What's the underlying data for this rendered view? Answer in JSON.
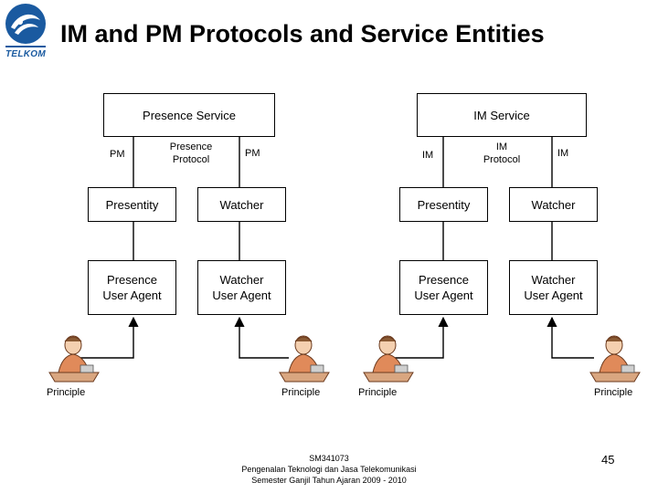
{
  "header": {
    "title": "IM and PM Protocols and Service Entities",
    "logo_text": "TELKOM"
  },
  "diagram": {
    "presence_service": "Presence Service",
    "im_service": "IM Service",
    "pm_left": "PM",
    "pm_right": "PM",
    "presence_protocol_line1": "Presence",
    "presence_protocol_line2": "Protocol",
    "im_left": "IM",
    "im_right": "IM",
    "im_protocol_line1": "IM",
    "im_protocol_line2": "Protocol",
    "presentity_1": "Presentity",
    "watcher_1": "Watcher",
    "presentity_2": "Presentity",
    "watcher_2": "Watcher",
    "presence_ua_1_line1": "Presence",
    "presence_ua_1_line2": "User Agent",
    "watcher_ua_1_line1": "Watcher",
    "watcher_ua_1_line2": "User Agent",
    "presence_ua_2_line1": "Presence",
    "presence_ua_2_line2": "User Agent",
    "watcher_ua_2_line1": "Watcher",
    "watcher_ua_2_line2": "User Agent",
    "principle_1": "Principle",
    "principle_2": "Principle",
    "principle_3": "Principle",
    "principle_4": "Principle"
  },
  "footer": {
    "line1": "SM341073",
    "line2": "Pengenalan Teknologi dan Jasa Telekomunikasi",
    "line3": "Semester Ganjil Tahun Ajaran 2009 - 2010",
    "page_number": "45"
  },
  "colors": {
    "logo_blue": "#1a5aa0"
  }
}
